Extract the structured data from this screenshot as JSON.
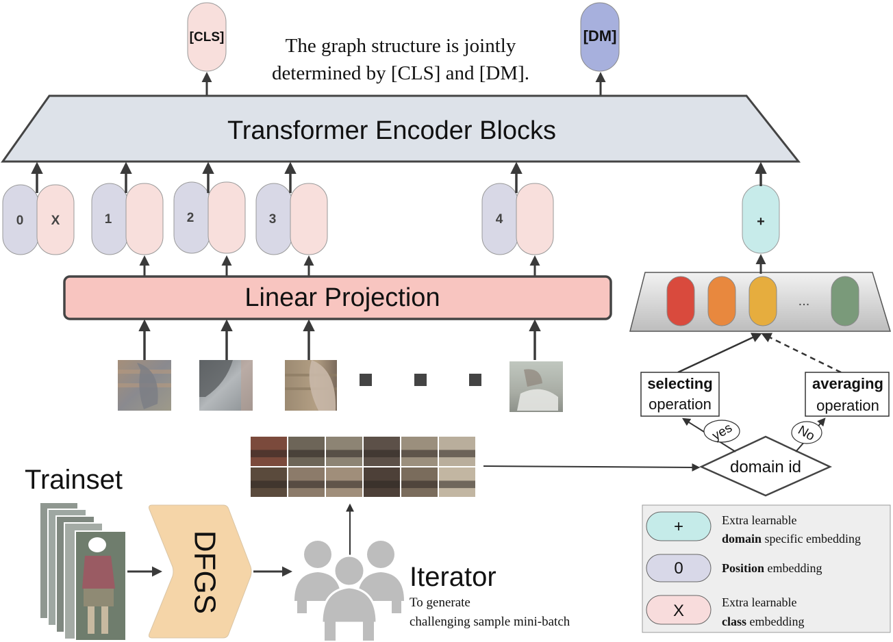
{
  "top_tokens": {
    "cls_label": "[CLS]",
    "dm_label": "[DM]",
    "caption_line1": "The graph structure is jointly",
    "caption_line2": "determined by [CLS] and [DM]."
  },
  "encoder": {
    "label": "Transformer Encoder Blocks"
  },
  "embeddings": {
    "position_labels": [
      "0",
      "1",
      "2",
      "3",
      "4"
    ],
    "class_token_label": "X",
    "domain_token_label": "+"
  },
  "projection": {
    "label": "Linear Projection"
  },
  "domain_bank": {
    "ellipsis": "...",
    "colors": [
      "#d94a3d",
      "#e8883e",
      "#e6ad3e",
      "#7a9a7a"
    ]
  },
  "decision": {
    "selecting_bold": "selecting",
    "selecting_rest": "operation",
    "averaging_bold": "averaging",
    "averaging_rest": "operation",
    "yes_label": "yes",
    "no_label": "No",
    "diamond_label": "domain id"
  },
  "pipeline": {
    "trainset_label": "Trainset",
    "dfgs_label": "DFGS",
    "iterator_title": "Iterator",
    "iterator_line1": "To generate",
    "iterator_line2": "challenging sample mini-batch"
  },
  "legend": {
    "items": [
      {
        "symbol": "+",
        "line1": "Extra learnable",
        "line2_bold": "domain",
        "line2_rest": " specific embedding",
        "color": "#c5ebe9"
      },
      {
        "symbol": "0",
        "line1_bold": "Position",
        "line1_rest": " embedding",
        "color": "#d8d8e8"
      },
      {
        "symbol": "X",
        "line1": "Extra learnable",
        "line2_bold": "class",
        "line2_rest": " embedding",
        "color": "#f8dcdc"
      }
    ]
  },
  "colors": {
    "position_pill": "#d8d8e6",
    "class_pill": "#f8dfdc",
    "domain_pill": "#c7ebea",
    "dm_pill": "#a7b0dd",
    "encoder_fill": "#dde2e9",
    "projection_fill": "#f8c5c0",
    "dfgs_fill": "#f5d5a8"
  }
}
